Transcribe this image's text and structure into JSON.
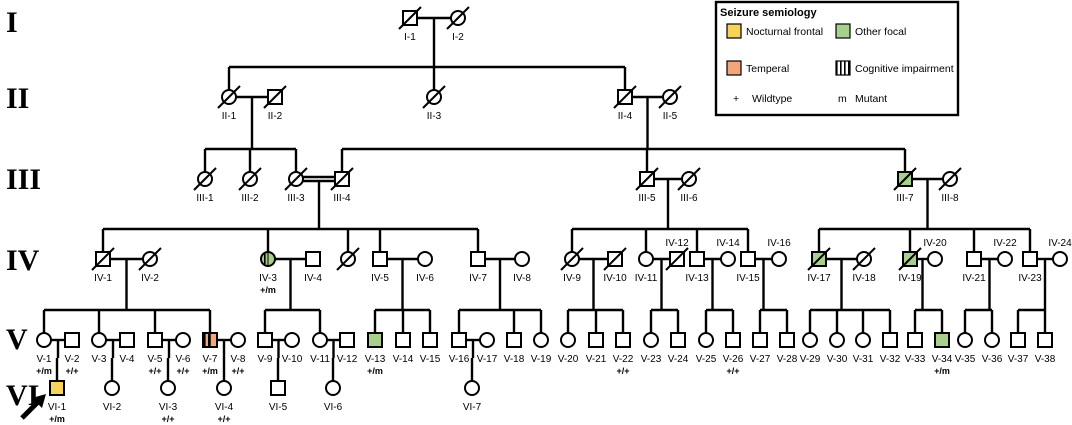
{
  "generations": [
    "I",
    "II",
    "III",
    "IV",
    "V",
    "VI"
  ],
  "legend": {
    "title": "Seizure semiology",
    "items": [
      {
        "label": "Nocturnal frontal",
        "color": "#f7d35c"
      },
      {
        "label": "Other focal",
        "color": "#a8d08d"
      },
      {
        "label": "Temperal",
        "color": "#f4a57a"
      },
      {
        "label": "Cognitive impairment",
        "pattern": "vertical-stripes"
      }
    ],
    "symbols": [
      {
        "symbol": "+",
        "label": "Wildtype"
      },
      {
        "symbol": "m",
        "label": "Mutant"
      }
    ]
  },
  "colors": {
    "nocturnal_frontal": "#f7d35c",
    "other_focal": "#a8d08d",
    "temperal": "#f4a57a"
  },
  "individuals": {
    "I-1": {
      "label": "I-1",
      "sex": "M",
      "deceased": true
    },
    "I-2": {
      "label": "I-2",
      "sex": "F",
      "deceased": true
    },
    "II-1": {
      "label": "II-1",
      "sex": "F",
      "deceased": true
    },
    "II-2": {
      "label": "II-2",
      "sex": "M",
      "deceased": true
    },
    "II-3": {
      "label": "II-3",
      "sex": "F",
      "deceased": true
    },
    "II-4": {
      "label": "II-4",
      "sex": "M",
      "deceased": true
    },
    "II-5": {
      "label": "II-5",
      "sex": "F",
      "deceased": true
    },
    "III-1": {
      "label": "III-1",
      "sex": "F",
      "deceased": true
    },
    "III-2": {
      "label": "III-2",
      "sex": "F",
      "deceased": true
    },
    "III-3": {
      "label": "III-3",
      "sex": "F",
      "deceased": true
    },
    "III-4": {
      "label": "III-4",
      "sex": "M",
      "deceased": true
    },
    "III-5": {
      "label": "III-5",
      "sex": "M",
      "deceased": true
    },
    "III-6": {
      "label": "III-6",
      "sex": "F",
      "deceased": true
    },
    "III-7": {
      "label": "III-7",
      "sex": "M",
      "deceased": true,
      "phenotype": "other_focal"
    },
    "III-8": {
      "label": "III-8",
      "sex": "F",
      "deceased": true
    },
    "IV-1": {
      "label": "IV-1",
      "sex": "M",
      "deceased": true
    },
    "IV-2": {
      "label": "IV-2",
      "sex": "F",
      "deceased": true
    },
    "IV-3": {
      "label": "IV-3",
      "sex": "F",
      "phenotype": "other_focal",
      "cognitive": true,
      "genotype": "+/m"
    },
    "IV-4": {
      "label": "IV-4",
      "sex": "M"
    },
    "IV-x": {
      "label": "",
      "sex": "F",
      "deceased": true
    },
    "IV-5": {
      "label": "IV-5",
      "sex": "M"
    },
    "IV-6": {
      "label": "IV-6",
      "sex": "F"
    },
    "IV-7": {
      "label": "IV-7",
      "sex": "M"
    },
    "IV-8": {
      "label": "IV-8",
      "sex": "F"
    },
    "IV-9": {
      "label": "IV-9",
      "sex": "F",
      "deceased": true
    },
    "IV-10": {
      "label": "IV-10",
      "sex": "M",
      "deceased": true
    },
    "IV-11": {
      "label": "IV-11",
      "sex": "F"
    },
    "IV-12": {
      "label": "IV-12",
      "sex": "M",
      "deceased": true
    },
    "IV-13": {
      "label": "IV-13",
      "sex": "M"
    },
    "IV-14": {
      "label": "IV-14",
      "sex": "F"
    },
    "IV-15": {
      "label": "IV-15",
      "sex": "M"
    },
    "IV-16": {
      "label": "IV-16",
      "sex": "F"
    },
    "IV-17": {
      "label": "IV-17",
      "sex": "M",
      "deceased": true,
      "phenotype": "other_focal"
    },
    "IV-18": {
      "label": "IV-18",
      "sex": "F",
      "deceased": true
    },
    "IV-19": {
      "label": "IV-19",
      "sex": "M",
      "deceased": true,
      "phenotype": "other_focal"
    },
    "IV-20": {
      "label": "IV-20",
      "sex": "F"
    },
    "IV-21": {
      "label": "IV-21",
      "sex": "M"
    },
    "IV-22": {
      "label": "IV-22",
      "sex": "F"
    },
    "IV-23": {
      "label": "IV-23",
      "sex": "M"
    },
    "IV-24": {
      "label": "IV-24",
      "sex": "F"
    },
    "V-1": {
      "label": "V-1",
      "sex": "F",
      "genotype": "+/m"
    },
    "V-2": {
      "label": "V-2",
      "sex": "M",
      "genotype": "+/+"
    },
    "V-3": {
      "label": "V-3",
      "sex": "F"
    },
    "V-4": {
      "label": "V-4",
      "sex": "M"
    },
    "V-5": {
      "label": "V-5",
      "sex": "M",
      "genotype": "+/+"
    },
    "V-6": {
      "label": "V-6",
      "sex": "F",
      "genotype": "+/+"
    },
    "V-7": {
      "label": "V-7",
      "sex": "M",
      "phenotype": "temperal",
      "cognitive": true,
      "genotype": "+/m"
    },
    "V-8": {
      "label": "V-8",
      "sex": "F",
      "genotype": "+/+"
    },
    "V-9": {
      "label": "V-9",
      "sex": "M"
    },
    "V-10": {
      "label": "V-10",
      "sex": "F"
    },
    "V-11": {
      "label": "V-11",
      "sex": "F"
    },
    "V-12": {
      "label": "V-12",
      "sex": "M"
    },
    "V-13": {
      "label": "V-13",
      "sex": "M",
      "phenotype": "other_focal",
      "genotype": "+/m"
    },
    "V-14": {
      "label": "V-14",
      "sex": "M"
    },
    "V-15": {
      "label": "V-15",
      "sex": "M"
    },
    "V-16": {
      "label": "V-16",
      "sex": "M"
    },
    "V-17": {
      "label": "V-17",
      "sex": "F"
    },
    "V-18": {
      "label": "V-18",
      "sex": "M"
    },
    "V-19": {
      "label": "V-19",
      "sex": "F"
    },
    "V-20": {
      "label": "V-20",
      "sex": "F"
    },
    "V-21": {
      "label": "V-21",
      "sex": "M"
    },
    "V-22": {
      "label": "V-22",
      "sex": "M",
      "genotype": "+/+"
    },
    "V-23": {
      "label": "V-23",
      "sex": "F"
    },
    "V-24": {
      "label": "V-24",
      "sex": "M"
    },
    "V-25": {
      "label": "V-25",
      "sex": "F"
    },
    "V-26": {
      "label": "V-26",
      "sex": "M",
      "genotype": "+/+"
    },
    "V-27": {
      "label": "V-27",
      "sex": "M"
    },
    "V-28": {
      "label": "V-28",
      "sex": "M"
    },
    "V-29": {
      "label": "V-29",
      "sex": "F"
    },
    "V-30": {
      "label": "V-30",
      "sex": "F"
    },
    "V-31": {
      "label": "V-31",
      "sex": "F"
    },
    "V-32": {
      "label": "V-32",
      "sex": "M"
    },
    "V-33": {
      "label": "V-33",
      "sex": "M"
    },
    "V-34": {
      "label": "V-34",
      "sex": "M",
      "phenotype": "other_focal",
      "genotype": "+/m"
    },
    "V-35": {
      "label": "V-35",
      "sex": "F"
    },
    "V-36": {
      "label": "V-36",
      "sex": "F"
    },
    "V-37": {
      "label": "V-37",
      "sex": "M"
    },
    "V-38": {
      "label": "V-38",
      "sex": "M"
    },
    "VI-1": {
      "label": "VI-1",
      "sex": "M",
      "phenotype": "nocturnal_frontal",
      "proband": true,
      "genotype": "+/m"
    },
    "VI-2": {
      "label": "VI-2",
      "sex": "F"
    },
    "VI-3": {
      "label": "VI-3",
      "sex": "F",
      "genotype": "+/+"
    },
    "VI-4": {
      "label": "VI-4",
      "sex": "F",
      "genotype": "+/+"
    },
    "VI-5": {
      "label": "VI-5",
      "sex": "M"
    },
    "VI-6": {
      "label": "VI-6",
      "sex": "F"
    },
    "VI-7": {
      "label": "VI-7",
      "sex": "F"
    }
  },
  "matings": [
    {
      "partners": [
        "I-1",
        "I-2"
      ],
      "children": [
        "II-1",
        "II-3",
        "II-4"
      ]
    },
    {
      "partners": [
        "II-1",
        "II-2"
      ],
      "children": [
        "III-1",
        "III-2",
        "III-3"
      ]
    },
    {
      "partners": [
        "II-4",
        "II-5"
      ],
      "children": [
        "III-4",
        "III-5",
        "III-7"
      ]
    },
    {
      "partners": [
        "III-3",
        "III-4"
      ],
      "consanguineous": true,
      "children": [
        "IV-1",
        "IV-3",
        "IV-x",
        "IV-5",
        "IV-7"
      ]
    },
    {
      "partners": [
        "III-5",
        "III-6"
      ],
      "children": [
        "IV-9",
        "IV-11",
        "IV-13",
        "IV-15"
      ]
    },
    {
      "partners": [
        "III-7",
        "III-8"
      ],
      "children": [
        "IV-17",
        "IV-19",
        "IV-21",
        "IV-23"
      ]
    },
    {
      "partners": [
        "IV-1",
        "IV-2"
      ],
      "children": [
        "V-1",
        "V-3",
        "V-5",
        "V-7"
      ]
    },
    {
      "partners": [
        "IV-3",
        "IV-4"
      ],
      "children": [
        "V-9",
        "V-11"
      ]
    },
    {
      "partners": [
        "IV-5",
        "IV-6"
      ],
      "children": [
        "V-13",
        "V-14",
        "V-15"
      ]
    },
    {
      "partners": [
        "IV-7",
        "IV-8"
      ],
      "children": [
        "V-16",
        "V-18",
        "V-19"
      ]
    },
    {
      "partners": [
        "IV-9",
        "IV-10"
      ],
      "children": [
        "V-20",
        "V-21",
        "V-22"
      ]
    },
    {
      "partners": [
        "IV-11",
        "IV-12"
      ],
      "children": [
        "V-23",
        "V-24"
      ]
    },
    {
      "partners": [
        "IV-13",
        "IV-14"
      ],
      "children": [
        "V-25",
        "V-26"
      ]
    },
    {
      "partners": [
        "IV-15",
        "IV-16"
      ],
      "children": [
        "V-27",
        "V-28"
      ]
    },
    {
      "partners": [
        "IV-17",
        "IV-18"
      ],
      "children": [
        "V-29",
        "V-30",
        "V-31",
        "V-32"
      ]
    },
    {
      "partners": [
        "IV-19",
        "IV-20"
      ],
      "children": [
        "V-33",
        "V-34"
      ]
    },
    {
      "partners": [
        "IV-21",
        "IV-22"
      ],
      "children": [
        "V-35",
        "V-36"
      ]
    },
    {
      "partners": [
        "IV-23",
        "IV-24"
      ],
      "children": [
        "V-37",
        "V-38"
      ]
    },
    {
      "partners": [
        "V-1",
        "V-2"
      ],
      "children": [
        "VI-1"
      ]
    },
    {
      "partners": [
        "V-3",
        "V-4"
      ],
      "children": [
        "VI-2"
      ]
    },
    {
      "partners": [
        "V-5",
        "V-6"
      ],
      "children": [
        "VI-3"
      ]
    },
    {
      "partners": [
        "V-7",
        "V-8"
      ],
      "children": [
        "VI-4"
      ]
    },
    {
      "partners": [
        "V-9",
        "V-10"
      ],
      "children": [
        "VI-5"
      ]
    },
    {
      "partners": [
        "V-11",
        "V-12"
      ],
      "children": [
        "VI-6"
      ]
    },
    {
      "partners": [
        "V-16",
        "V-17"
      ],
      "children": [
        "VI-7"
      ]
    }
  ]
}
